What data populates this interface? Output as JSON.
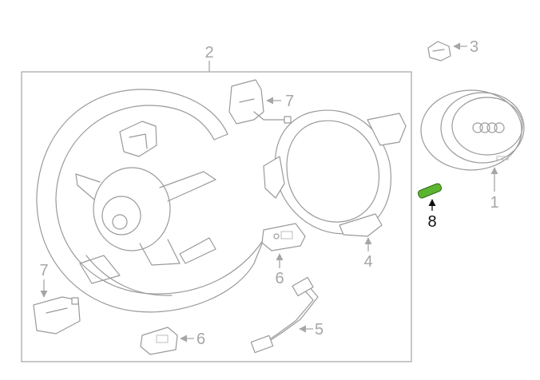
{
  "diagram": {
    "labels": {
      "box": "2",
      "screw": "3",
      "airbag": "1",
      "trim": "4",
      "harness": "5",
      "switch_lower": "6",
      "switch_mid": "6",
      "bracket_top": "7",
      "bracket_left": "7",
      "highlighted_part": "8"
    },
    "highlight_color": "#5cb531"
  }
}
